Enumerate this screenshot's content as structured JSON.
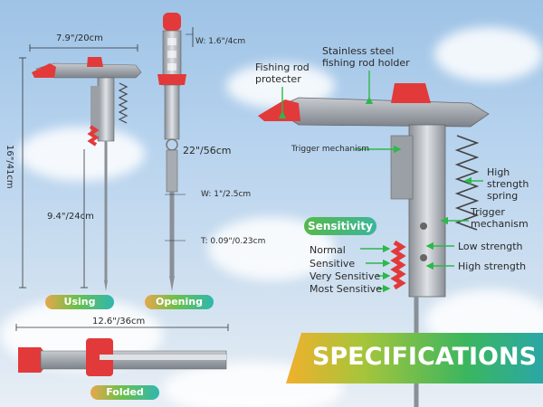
{
  "dimensions": {
    "width_top": "7.9\"/20cm",
    "height_left": "16\"/41cm",
    "rod_length": "9.4\"/24cm",
    "total_length": "22\"/56cm",
    "width_cap": "W: 1.6\"/4cm",
    "width_rod": "W: 1\"/2.5cm",
    "thickness": "T: 0.09\"/0.23cm",
    "folded_length": "12.6\"/36cm"
  },
  "states": {
    "using": "Using",
    "opening": "Opening",
    "folded": "Folded"
  },
  "parts": {
    "holder": "Stainless steel fishing rod holder",
    "protector": "Fishing rod protecter",
    "trigger1": "Trigger mechanism",
    "spring": "High strength spring",
    "trigger2": "Trigger mechanism"
  },
  "sensitivity": {
    "title": "Sensitivity",
    "levels": [
      "Normal",
      "Sensitive",
      "Very Sensitive",
      "Most Sensitive"
    ],
    "low": "Low strength",
    "high": "High strength"
  },
  "banner": {
    "text": "SPECIFICATIONS"
  },
  "colors": {
    "accent_red": "#e23a3a",
    "arrow_green": "#2eb84a",
    "metal": "#a7acb2",
    "banner_green": "#3bb65f"
  }
}
